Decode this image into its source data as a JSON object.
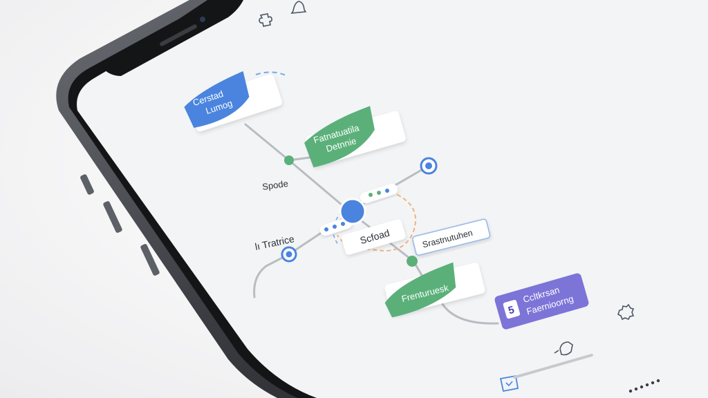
{
  "scene": "smartphone-flow-diagram",
  "colors": {
    "blue": "#4a84de",
    "green": "#5bb07a",
    "purple": "#7d74d8",
    "line": "#b9bcc2",
    "phone_frame": "#2b2d31",
    "screen": "#f3f4f6",
    "dash_blue": "#7aa6e8",
    "dash_orange": "#f0b27a"
  },
  "nodes": {
    "top_blue": {
      "line1": "Cerstad",
      "line2": "Lumog"
    },
    "top_green": {
      "line1": "Fatnatuatila",
      "line2": "Detnnie"
    },
    "center": {
      "label": "Scfoad"
    },
    "right_box": {
      "label": "Srastnutuhen"
    },
    "bottom_green": {
      "label": "Frenturuesk"
    },
    "bottom_purple": {
      "line1": "Ccltkrsan",
      "line2": "Faernioorng",
      "badge": "5"
    }
  },
  "labels": {
    "spode": "Spode",
    "interface": "lı Tratrice"
  },
  "icons": [
    "puzzle-icon",
    "bell-icon",
    "gear-icon",
    "share-icon",
    "chat-icon"
  ]
}
